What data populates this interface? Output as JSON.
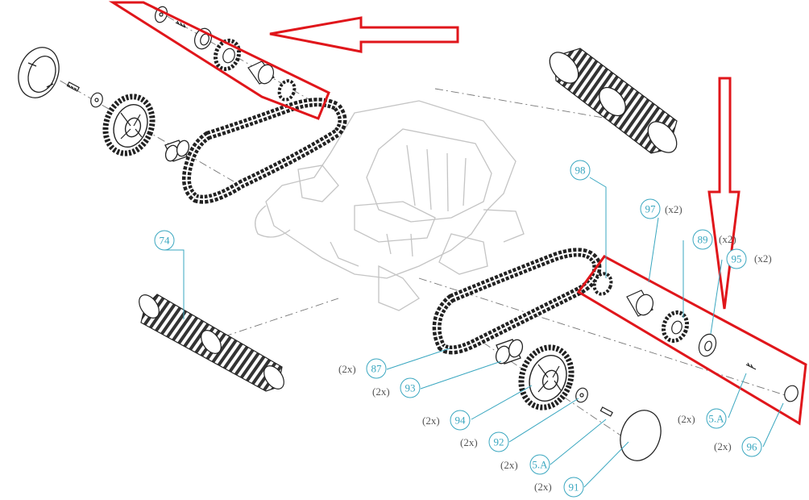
{
  "colors": {
    "callout": "#3aa7c0",
    "highlight": "#e0161b",
    "line_art": "#1a1a1a",
    "ghost": "#c8c8c8"
  },
  "callouts": [
    {
      "part": "98",
      "qty": ""
    },
    {
      "part": "97",
      "qty": "(x2)"
    },
    {
      "part": "89",
      "qty": "(x2)"
    },
    {
      "part": "95",
      "qty": "(x2)"
    },
    {
      "part": "74",
      "qty": ""
    },
    {
      "part": "87",
      "qty": "(2x)"
    },
    {
      "part": "93",
      "qty": "(2x)"
    },
    {
      "part": "94",
      "qty": "(2x)"
    },
    {
      "part": "92",
      "qty": "(2x)"
    },
    {
      "part": "5.A",
      "qty": "(2x)"
    },
    {
      "part": "91",
      "qty": "(2x)"
    },
    {
      "part": "5.A",
      "qty": "(2x)"
    },
    {
      "part": "96",
      "qty": "(2x)"
    }
  ],
  "highlights": [
    {
      "name": "upper-left-part-group",
      "arrow": "left"
    },
    {
      "name": "right-part-group",
      "arrow": "down"
    }
  ]
}
